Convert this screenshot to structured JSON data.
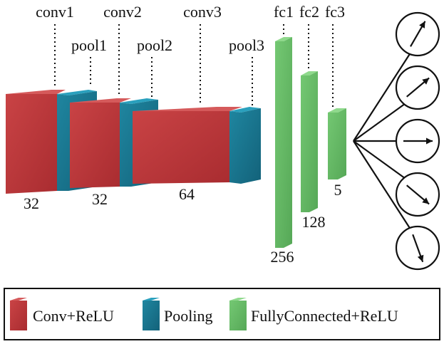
{
  "colors": {
    "conv": "#c0393b",
    "pool": "#1d7a93",
    "fc": "#6abf69"
  },
  "layers": {
    "conv1": {
      "name": "conv1",
      "channels": "32"
    },
    "pool1": {
      "name": "pool1"
    },
    "conv2": {
      "name": "conv2",
      "channels": "32"
    },
    "pool2": {
      "name": "pool2"
    },
    "conv3": {
      "name": "conv3",
      "channels": "64"
    },
    "pool3": {
      "name": "pool3"
    },
    "fc1": {
      "name": "fc1",
      "units": "256"
    },
    "fc2": {
      "name": "fc2",
      "units": "128"
    },
    "fc3": {
      "name": "fc3",
      "units": "5"
    }
  },
  "outputs": {
    "count": 5,
    "directions_deg": [
      60,
      40,
      0,
      -40,
      -70
    ]
  },
  "legend": {
    "conv_label": "Conv+ReLU",
    "pool_label": "Pooling",
    "fc_label": "FullyConnected+ReLU"
  }
}
